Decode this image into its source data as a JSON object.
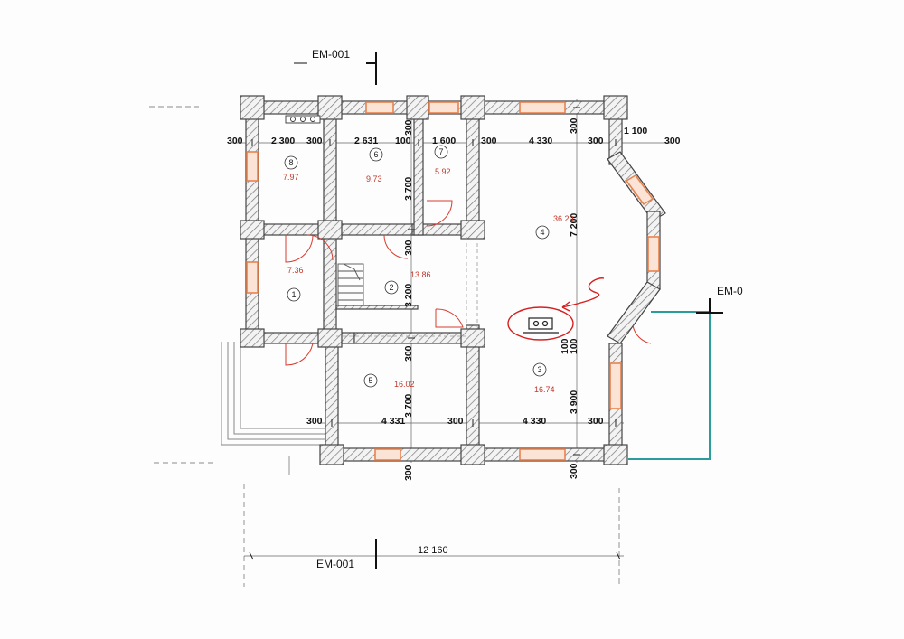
{
  "section_labels": {
    "top": "EM-001",
    "bottom": "EM-001",
    "right": "EM-0"
  },
  "overall_dimension": "12 160",
  "dims_top": [
    "300",
    "2 300",
    "300",
    "2 631",
    "100",
    "1 600",
    "300",
    "4 330",
    "300",
    "1 100",
    "300"
  ],
  "dims_bottom": [
    "300",
    "4 331",
    "300",
    "4 330",
    "300"
  ],
  "dims_vertical": [
    "300",
    "3 700",
    "300",
    "3 200",
    "300",
    "3 700",
    "300",
    "7 200",
    "300",
    "3 900",
    "300",
    "100",
    "100"
  ],
  "rooms": [
    {
      "number": "1",
      "area": "7.36"
    },
    {
      "number": "2",
      "area": "13.86"
    },
    {
      "number": "3",
      "area": "16.74"
    },
    {
      "number": "4",
      "area": "36.29"
    },
    {
      "number": "5",
      "area": "16.02"
    },
    {
      "number": "6",
      "area": "9.73"
    },
    {
      "number": "7",
      "area": "5.92"
    },
    {
      "number": "8",
      "area": "7.97"
    }
  ],
  "colors": {
    "wall": "#444444",
    "window": "#e8834f",
    "door": "#d63a2e",
    "annotation": "#d62020",
    "area_text": "#c0392b",
    "terrace": "#2a9d9a"
  }
}
